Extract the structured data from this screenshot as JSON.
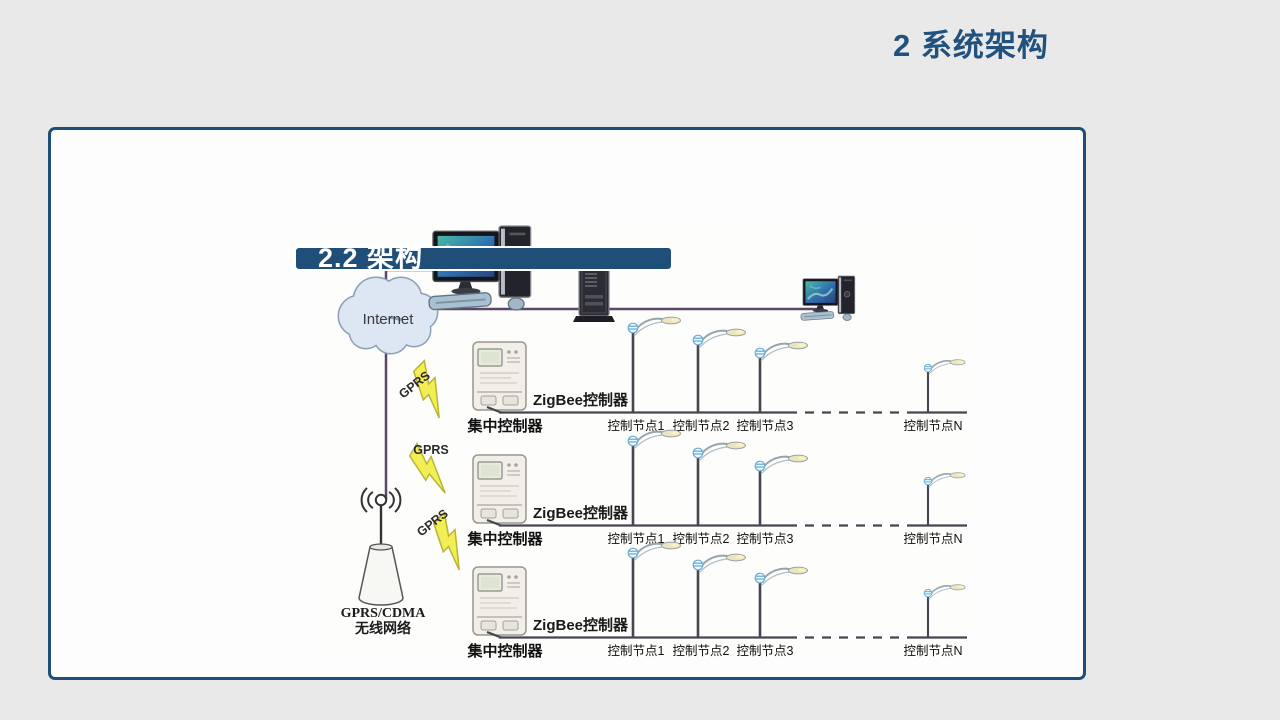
{
  "slide": {
    "title": "2 系统架构",
    "section_label": "2.2 架构",
    "accent_color": "#1f4e79",
    "background_color": "#e9e9e9"
  },
  "diagram": {
    "internet_label": "Internet",
    "gprs_label": "GPRS",
    "antenna_label_line1": "GPRS/CDMA",
    "antenna_label_line2": "无线网络",
    "zigbee_label": "ZigBee控制器",
    "concentrator_label": "集中控制器",
    "node_labels": [
      "控制节点1",
      "控制节点2",
      "控制节点3",
      "控制节点N"
    ],
    "colors": {
      "connection_line": "#5a4768",
      "bus_line": "#46464f",
      "bolt_fill": "#f2ee55",
      "bolt_stroke": "#b9b431",
      "cloud_fill": "#dde7f3",
      "accent": "#1f4e79"
    },
    "icons": {
      "cloud": "internet-cloud-icon",
      "computer": "desktop-computer-icon",
      "server": "server-tower-icon",
      "antenna": "gprs-antenna-icon",
      "bolt": "lightning-bolt-icon",
      "meter": "concentrator-meter-icon",
      "streetlight": "street-light-icon"
    }
  }
}
